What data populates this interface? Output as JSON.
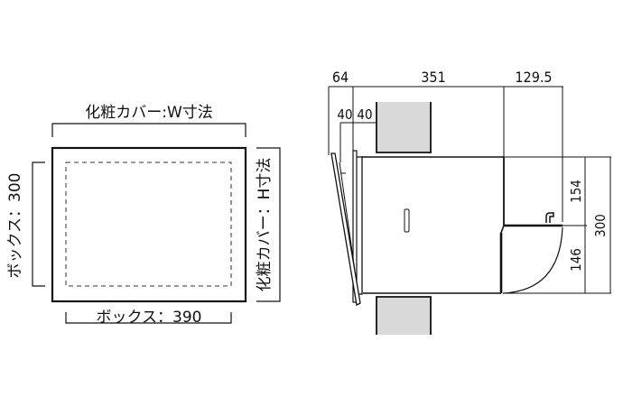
{
  "front_view": {
    "cover_width_label": "化粧カバー:W寸法",
    "cover_height_label": "化粧カバー：H寸法",
    "box_height_label": "ボックス：300",
    "box_width_label": "ボックス：390"
  },
  "side_view": {
    "dim_top_left": "64",
    "dim_top_mid": "351",
    "dim_top_right": "129.5",
    "dim_40_a": "40",
    "dim_40_b": "40",
    "dim_154": "154",
    "dim_146": "146",
    "dim_300": "300"
  },
  "colors": {
    "line": "#111111",
    "wall_fill": "#d9d9d9"
  }
}
